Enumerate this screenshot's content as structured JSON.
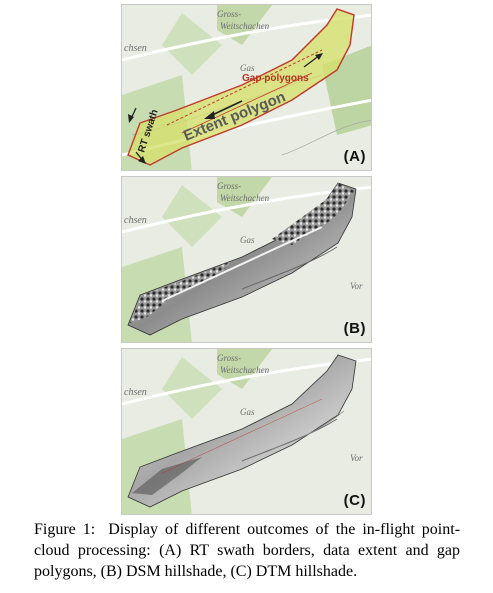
{
  "figure": {
    "panels": [
      {
        "id": "A",
        "label": "(A)",
        "annotations": {
          "gap": "Gap polygons",
          "extent": "Extent polygon",
          "swath": "RT swath"
        },
        "map_words": {
          "place1": "Gross-",
          "place2": "Weitschachen",
          "left": "chsen",
          "small": "Gas"
        }
      },
      {
        "id": "B",
        "label": "(B)",
        "map_words": {
          "place1": "Gross-",
          "place2": "Weitschachen",
          "left": "chsen",
          "small": "Gas",
          "right": "Vor"
        }
      },
      {
        "id": "C",
        "label": "(C)",
        "map_words": {
          "place1": "Gross-",
          "place2": "Weitschachen",
          "left": "chsen",
          "small": "Gas",
          "right": "Vor"
        }
      }
    ]
  },
  "caption": {
    "lead": "Figure 1:",
    "text": "Display of different outcomes of the in-flight point-cloud processing: (A) RT swath borders, data extent and gap polygons, (B) DSM hillshade, (C) DTM hillshade."
  },
  "colors": {
    "map_background": "#e9ece2",
    "forest_green": "#b9d3a0",
    "extent_fill": "#d6e06a",
    "extent_border": "#c0392b",
    "hillshade_light": "#d8d8d8",
    "hillshade_dark": "#3a3a3a"
  }
}
